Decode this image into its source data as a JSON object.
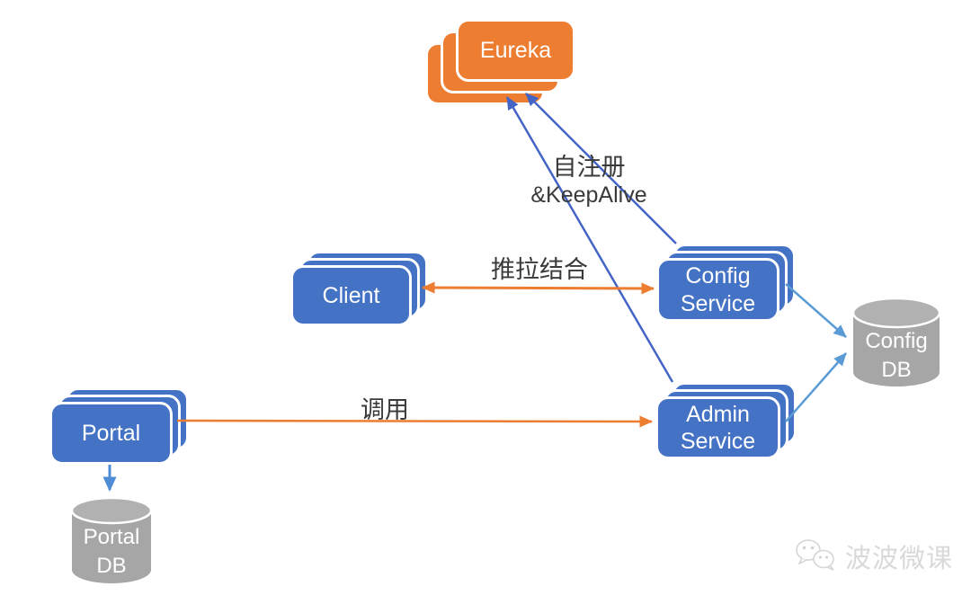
{
  "diagram": {
    "type": "architecture-diagram",
    "background": "#FFFFFF",
    "nodes": {
      "eureka": {
        "label": "Eureka",
        "shape": "stacked-box",
        "color": "#ED7D31",
        "text_color": "#FFFFFF"
      },
      "client": {
        "label": "Client",
        "shape": "stacked-box",
        "color": "#4472C4",
        "text_color": "#FFFFFF"
      },
      "config_service": {
        "label": "Config\nService",
        "shape": "stacked-box",
        "color": "#4472C4",
        "text_color": "#FFFFFF"
      },
      "admin_service": {
        "label": "Admin\nService",
        "shape": "stacked-box",
        "color": "#4472C4",
        "text_color": "#FFFFFF"
      },
      "portal": {
        "label": "Portal",
        "shape": "stacked-box",
        "color": "#4472C4",
        "text_color": "#FFFFFF"
      },
      "config_db": {
        "label": "Config\nDB",
        "shape": "cylinder",
        "color": "#A6A6A6",
        "text_color": "#FFFFFF"
      },
      "portal_db": {
        "label": "Portal\nDB",
        "shape": "cylinder",
        "color": "#A6A6A6",
        "text_color": "#FFFFFF"
      }
    },
    "edges": [
      {
        "from": "config_service",
        "to": "eureka",
        "color": "#4464C6",
        "arrows": "end",
        "label": "自注册 &KeepAlive"
      },
      {
        "from": "admin_service",
        "to": "eureka",
        "color": "#4464C6",
        "arrows": "end",
        "label": "自注册 &KeepAlive"
      },
      {
        "from": "client",
        "to": "config_service",
        "color": "#ED7D31",
        "arrows": "both",
        "label": "推拉结合"
      },
      {
        "from": "portal",
        "to": "admin_service",
        "color": "#ED7D31",
        "arrows": "end",
        "label": "调用"
      },
      {
        "from": "config_service",
        "to": "config_db",
        "color": "#5B9BD5",
        "arrows": "end",
        "label": ""
      },
      {
        "from": "admin_service",
        "to": "config_db",
        "color": "#5B9BD5",
        "arrows": "end",
        "label": ""
      },
      {
        "from": "portal",
        "to": "portal_db",
        "color": "#4E8CD5",
        "arrows": "end",
        "label": ""
      }
    ],
    "edge_labels": {
      "self_register_line1": "自注册",
      "self_register_line2": "&KeepAlive",
      "push_pull": "推拉结合",
      "call": "调用"
    },
    "watermark": {
      "icon": "wechat-icon",
      "text": "波波微课",
      "color": "#D9D9D9"
    }
  }
}
